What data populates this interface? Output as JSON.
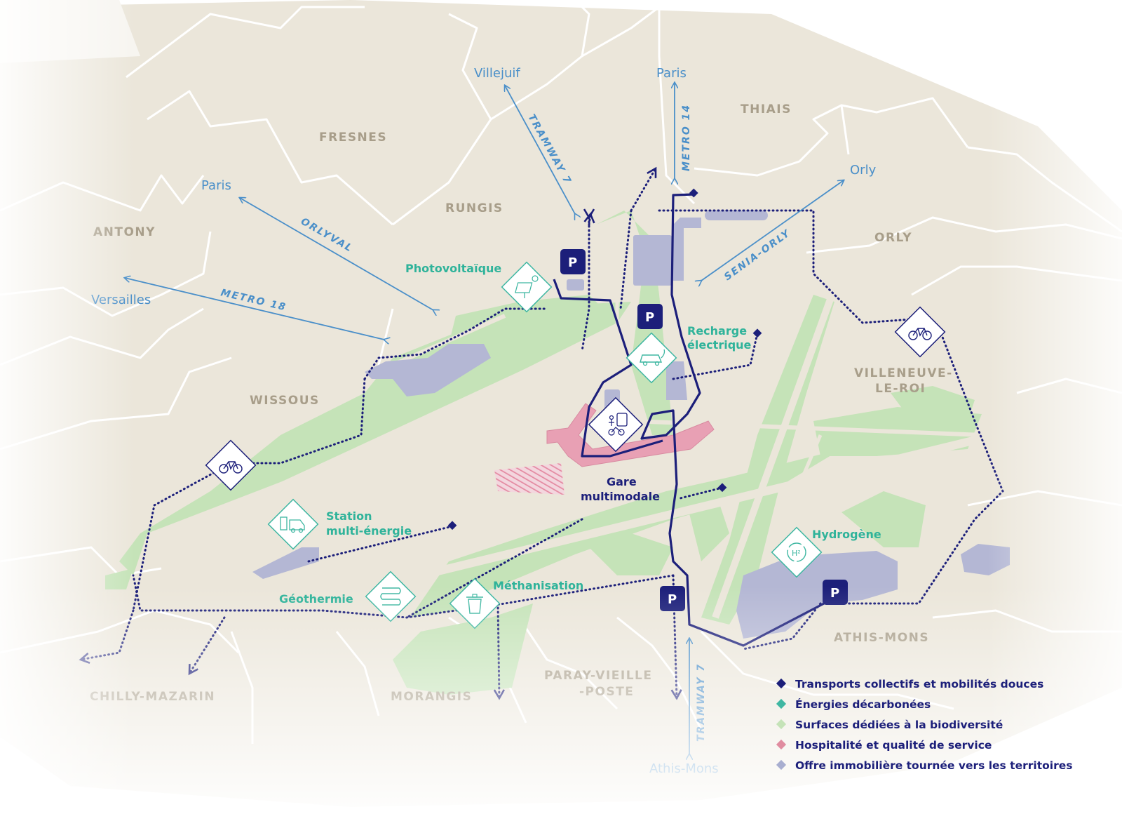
{
  "communes": [
    {
      "id": "fresnes",
      "label": "FRESNES"
    },
    {
      "id": "thiais",
      "label": "THIAIS"
    },
    {
      "id": "rungis",
      "label": "RUNGIS"
    },
    {
      "id": "antony",
      "label": "ANTONY"
    },
    {
      "id": "orly",
      "label": "ORLY"
    },
    {
      "id": "wissous",
      "label": "WISSOUS"
    },
    {
      "id": "villeneuve1",
      "label": "VILLENEUVE-"
    },
    {
      "id": "villeneuve2",
      "label": "LE-ROI"
    },
    {
      "id": "athis",
      "label": "ATHIS-MONS"
    },
    {
      "id": "chilly",
      "label": "CHILLY-MAZARIN"
    },
    {
      "id": "morangis",
      "label": "MORANGIS"
    },
    {
      "id": "paray1",
      "label": "PARAY-VIEILLE"
    },
    {
      "id": "paray2",
      "label": "-POSTE"
    }
  ],
  "destinations": {
    "villejuif": "Villejuif",
    "paris_m14": "Paris",
    "paris_orlyval": "Paris",
    "versailles": "Versailles",
    "orly": "Orly",
    "athis_mons": "Athis-Mons"
  },
  "lines": {
    "tramway7_north": "TRAMWAY 7",
    "metro14": "METRO 14",
    "orlyval": "ORLYVAL",
    "metro18": "METRO 18",
    "senia_orly": "SENIA-ORLY",
    "tramway7_south": "TRAMWAY 7"
  },
  "energy_labels": {
    "photovoltaique": "Photovoltaïque",
    "recharge1": "Recharge",
    "recharge2": "électrique",
    "station1": "Station",
    "station2": "multi-énergie",
    "geothermie": "Géothermie",
    "methanisation": "Méthanisation",
    "hydrogene": "Hydrogène"
  },
  "gare": {
    "line1": "Gare",
    "line2": "multimodale"
  },
  "parking_letter": "P",
  "legend": [
    {
      "label": "Transports collectifs et mobilités douces",
      "color": "#1c1f7a"
    },
    {
      "label": "Énergies décarbonées",
      "color": "#3fb7a2"
    },
    {
      "label": "Surfaces dédiées à la biodiversité",
      "color": "#c5e3b8"
    },
    {
      "label": "Hospitalité et qualité de service",
      "color": "#e08ca0"
    },
    {
      "label": "Offre immobilière tournée vers les territoires",
      "color": "#a8aed0"
    }
  ],
  "colors": {
    "land": "#ebe6da",
    "borders": "#ffffff",
    "biodiversity": "#c5e3b8",
    "real_estate": "#b4b7d4",
    "transport": "#1c1f7a",
    "energy": "#3fb7a2",
    "hospitality": "#e8a0b4",
    "rail_lines": "#4a8fc9"
  }
}
